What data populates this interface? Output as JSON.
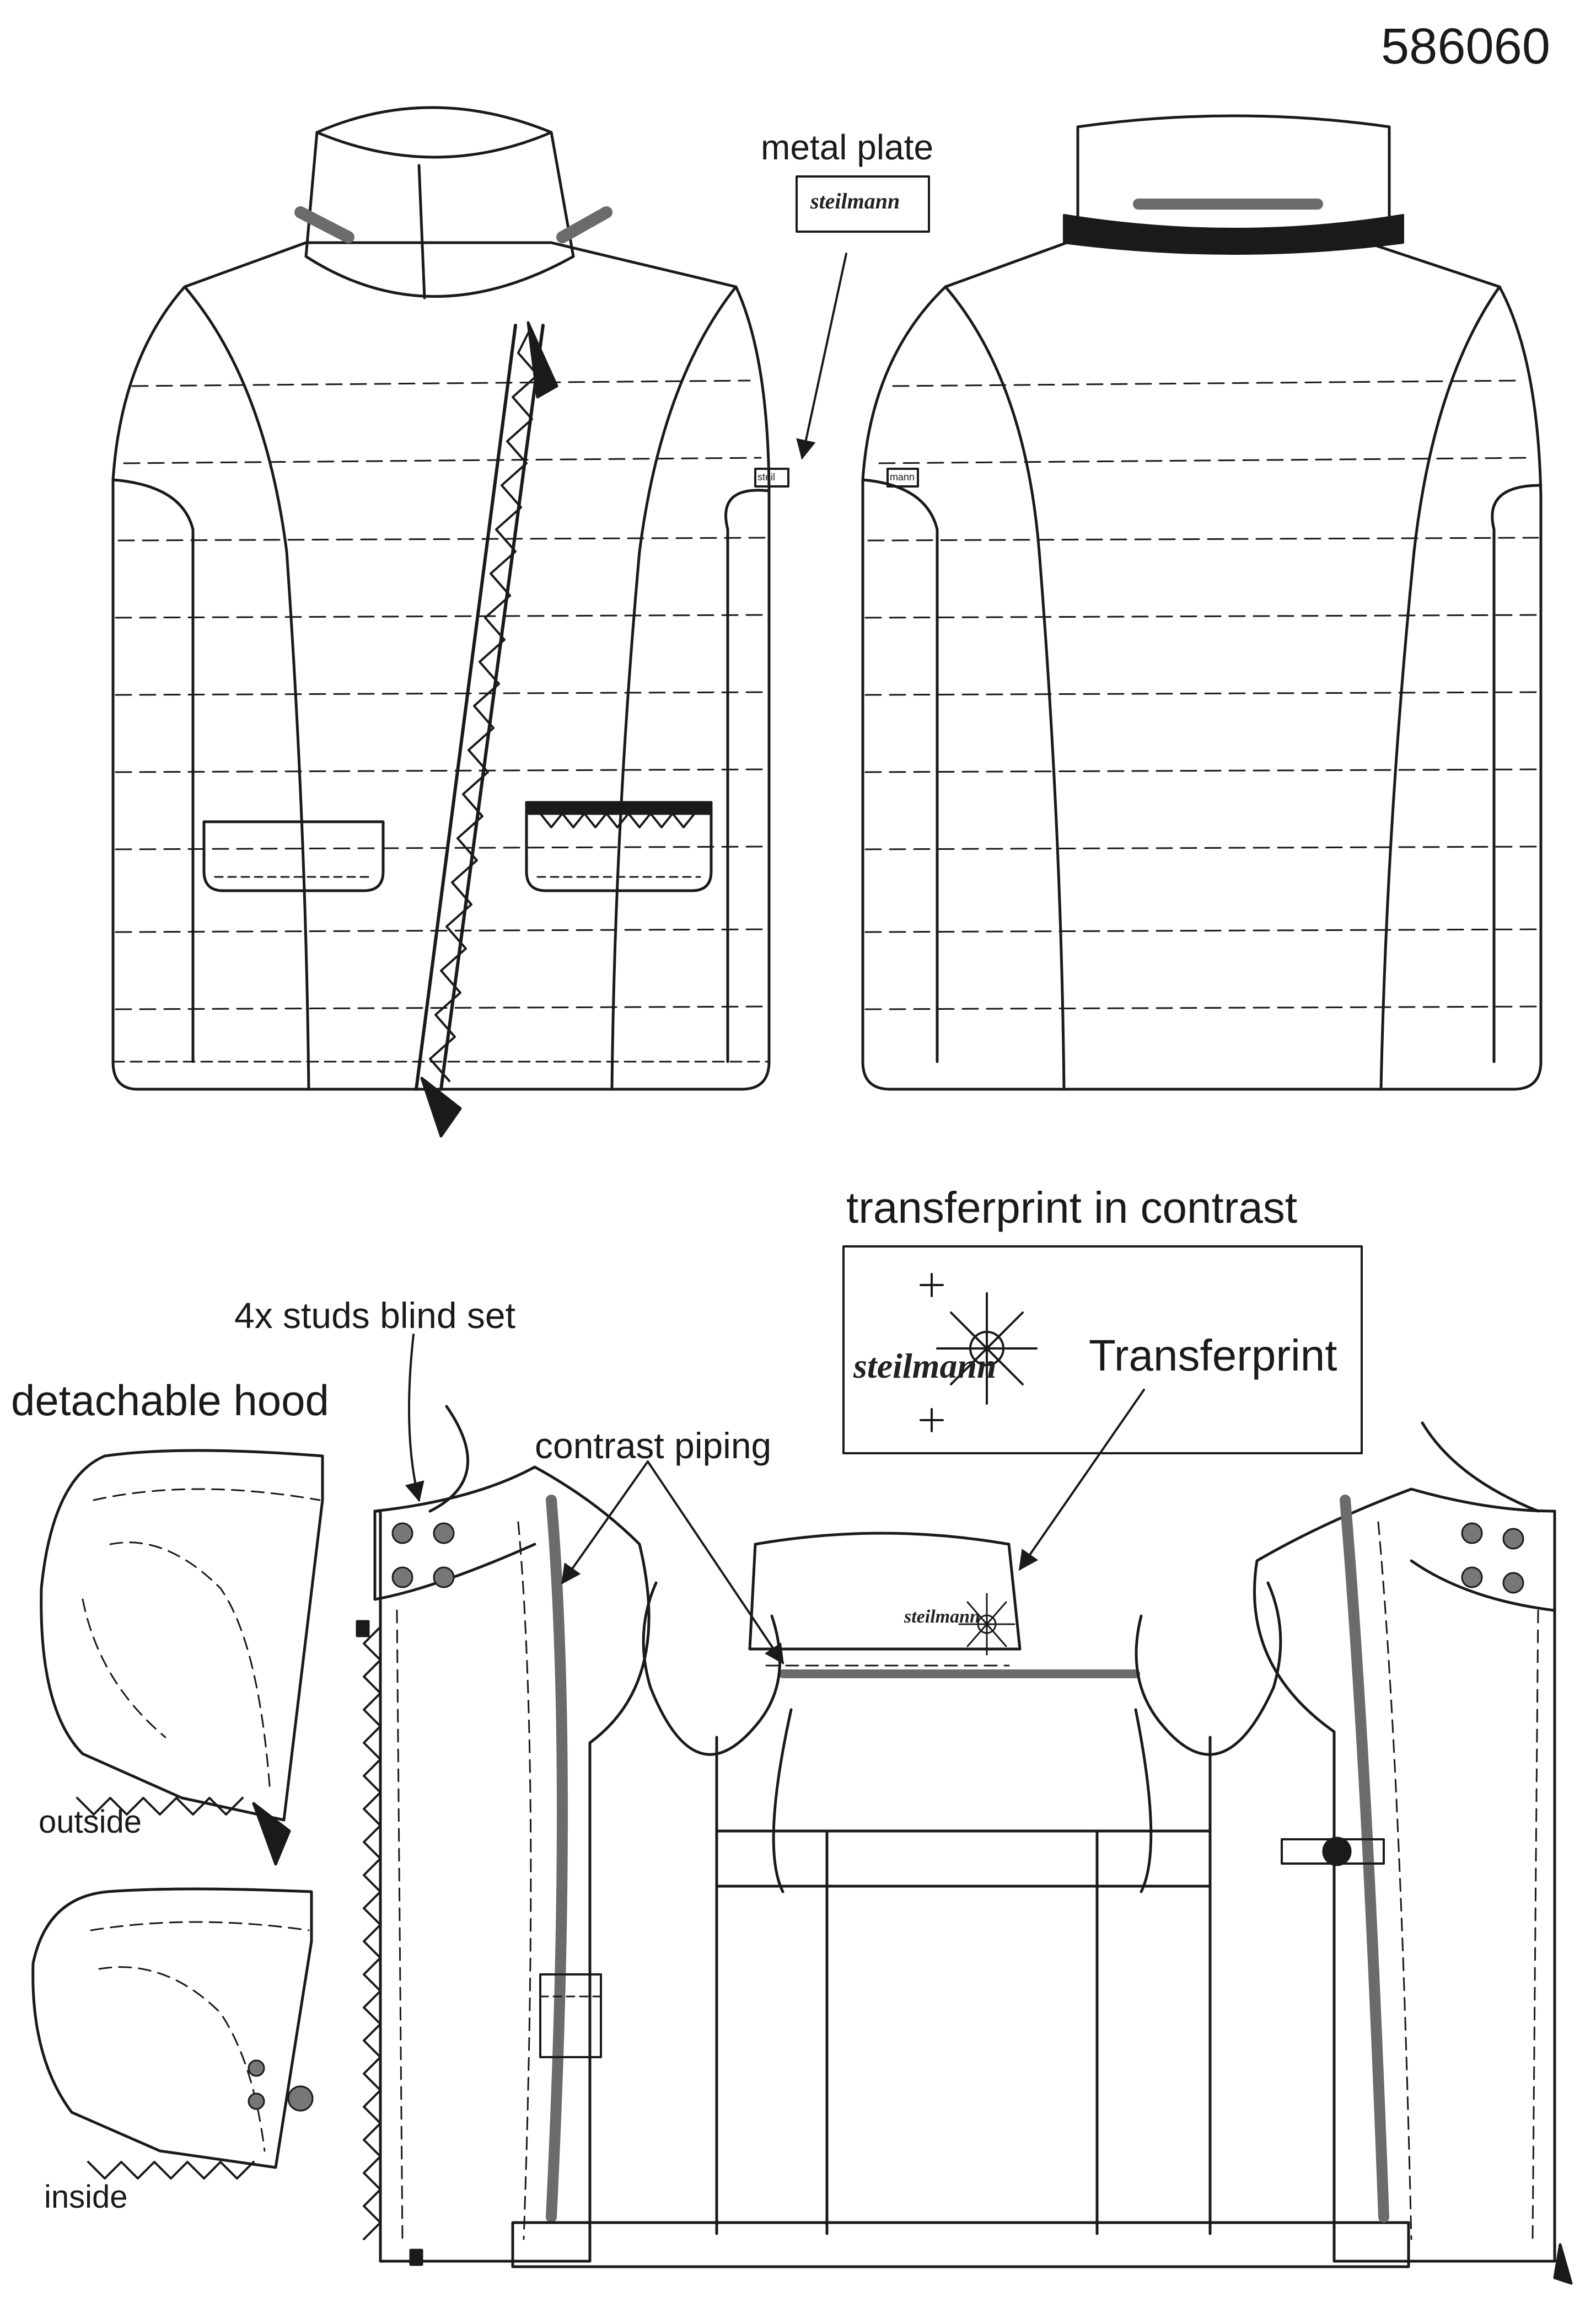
{
  "style_number": "586060",
  "labels": {
    "metal_plate": "metal plate",
    "transferprint_in_contrast": "transferprint in contrast",
    "studs": "4x studs blind set",
    "detachable_hood": "detachable hood",
    "contrast_piping": "contrast piping",
    "transferprint": "Transferprint",
    "hood_outside": "outside",
    "hood_inside": "inside"
  },
  "brand": {
    "plate_text": "steilmann",
    "print_text": "steilmann",
    "sleeve_tag_front": "steil",
    "sleeve_tag_back": "mann"
  },
  "colors": {
    "line": "#1a1a1a",
    "piping": "#6b6b6b",
    "stud": "#777777"
  }
}
